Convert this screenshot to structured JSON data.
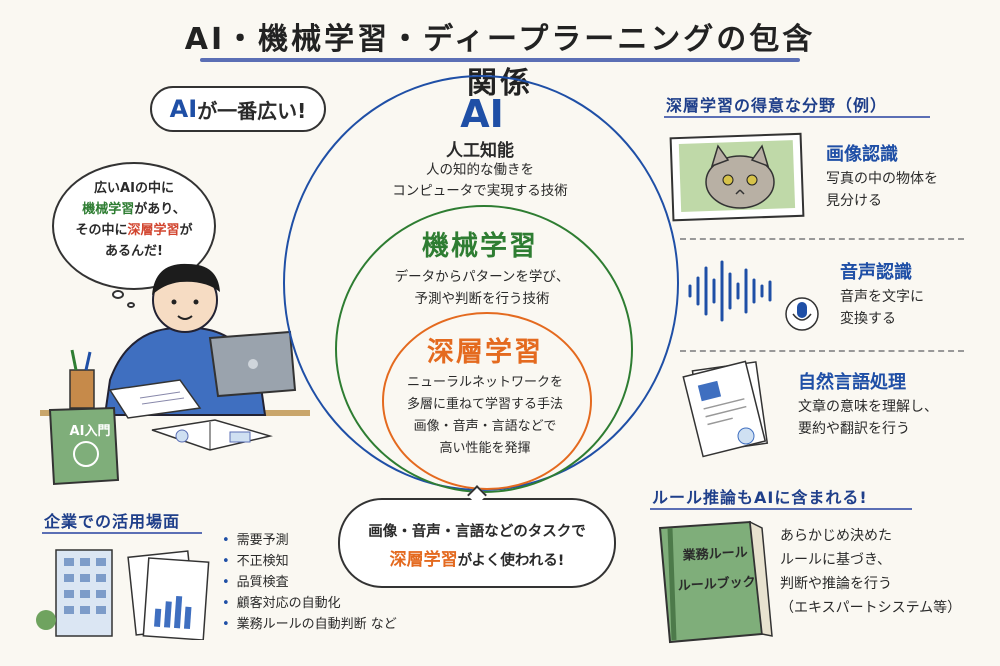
{
  "title": "AI・機械学習・ディープラーニングの包含関係",
  "bubble_top": {
    "prefix": "AI",
    "text": "が一番広い!"
  },
  "thought_bubble": {
    "line1": "広いAIの中に",
    "line2_hl": "機械学習",
    "line2_rest": "があり、",
    "line3_pre": "その中に",
    "line3_hl": "深層学習",
    "line3_post": "が",
    "line4": "あるんだ!"
  },
  "book_cover_label": "AI入門",
  "circles": {
    "ai": {
      "title": "AI",
      "subtitle": "人工知能",
      "desc1": "人の知的な働きを",
      "desc2": "コンピュータで実現する技術"
    },
    "ml": {
      "title": "機械学習",
      "desc1": "データからパターンを学び、",
      "desc2": "予測や判断を行う技術"
    },
    "dl": {
      "title": "深層学習",
      "desc1": "ニューラルネットワークを",
      "desc2": "多層に重ねて学習する手法",
      "desc3": "画像・音声・言語などで",
      "desc4": "高い性能を発揮"
    }
  },
  "bottom_bubble": {
    "line1": "画像・音声・言語などのタスクで",
    "line2_hl": "深層学習",
    "line2_rest": "がよく使われる!"
  },
  "strengths": {
    "heading": "深層学習の得意な分野（例）",
    "items": [
      {
        "title": "画像認識",
        "desc1": "写真の中の物体を",
        "desc2": "見分ける"
      },
      {
        "title": "音声認識",
        "desc1": "音声を文字に",
        "desc2": "変換する"
      },
      {
        "title": "自然言語処理",
        "desc1": "文章の意味を理解し、",
        "desc2": "要約や翻訳を行う"
      }
    ]
  },
  "rules": {
    "heading": "ルール推論もAIに含まれる!",
    "book_line1": "業務ルール",
    "book_line2": "ルールブック",
    "desc1": "あらかじめ決めた",
    "desc2": "ルールに基づき、",
    "desc3": "判断や推論を行う",
    "desc4": "（エキスパートシステム等）"
  },
  "business": {
    "heading": "企業での活用場面",
    "items": [
      "需要予測",
      "不正検知",
      "品質検査",
      "顧客対応の自動化",
      "業務ルールの自動判断 など"
    ]
  },
  "colors": {
    "ai": "#1f4fa6",
    "ml": "#2e7d32",
    "dl": "#e46a1f",
    "highlight": "#d2452f"
  }
}
